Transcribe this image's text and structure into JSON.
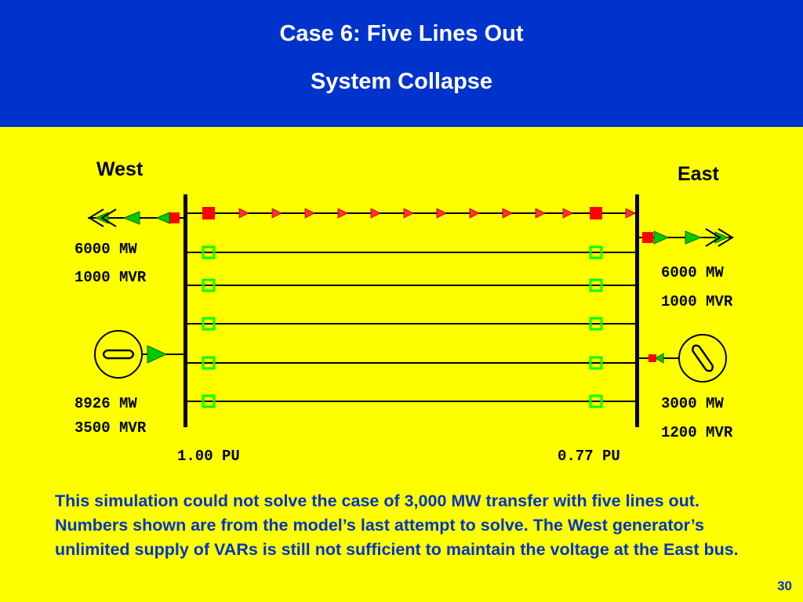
{
  "header": {
    "title": "Case 6: Five Lines Out",
    "subtitle": "System Collapse",
    "background": "#0033CC"
  },
  "diagram": {
    "background": "#FFFF00",
    "west": {
      "label": "West",
      "load_mw": "6000",
      "load_mvr": "1000",
      "gen_mw": "8926",
      "gen_mvr": "3500",
      "bus_voltage": "1.00 PU"
    },
    "east": {
      "label": "East",
      "load_mw": "6000",
      "load_mvr": "1000",
      "gen_mw": "3000",
      "gen_mvr": "1200",
      "bus_voltage": "0.77 PU"
    },
    "units": {
      "mw": "MW",
      "mvr": "MVR"
    },
    "lines_in_service": 1,
    "lines_out": 5,
    "colors": {
      "breaker_closed": "#FF0000",
      "breaker_open": "#00FF00",
      "flow_arrow_line": "#FF3333",
      "flow_arrow_gen": "#00CC00"
    },
    "icons": [
      "generator-icon",
      "breaker-icon",
      "flow-arrow-icon",
      "load-arrow-icon"
    ]
  },
  "caption": "This simulation could not solve the case of 3,000 MW transfer with five lines out.  Numbers shown are from the model’s last attempt to solve.  The West generator’s unlimited supply of VARs is still not sufficient to maintain the voltage at the East bus.",
  "page_number": "30"
}
